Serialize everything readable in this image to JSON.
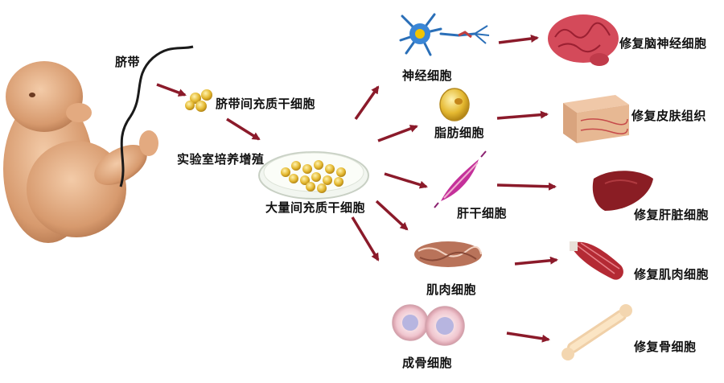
{
  "source": {
    "umbilical_cord": "脐带"
  },
  "process": {
    "cord_msc": "脐带间充质干细胞",
    "lab_culture": "实验室培养增殖",
    "expanded_msc": "大量间充质干细胞"
  },
  "cells": [
    {
      "label": "神经细胞",
      "repair": "修复脑神经细胞",
      "icon": "neuron-icon",
      "organ_icon": "brain-icon"
    },
    {
      "label": "脂肪细胞",
      "repair": "修复皮肤组织",
      "icon": "fat-cell-icon",
      "organ_icon": "skin-tissue-icon"
    },
    {
      "label": "肝干细胞",
      "repair": "修复肝脏细胞",
      "icon": "liver-stem-cell-icon",
      "organ_icon": "liver-icon"
    },
    {
      "label": "肌肉细胞",
      "repair": "修复肌肉细胞",
      "icon": "muscle-tissue-icon",
      "organ_icon": "muscle-icon"
    },
    {
      "label": "成骨细胞",
      "repair": "修复骨细胞",
      "icon": "osteoblast-icon",
      "organ_icon": "bone-icon"
    }
  ],
  "colors": {
    "arrow": "#8b1a2a",
    "stem_cell": "#e0b42a",
    "skin": "#d7a07a"
  }
}
